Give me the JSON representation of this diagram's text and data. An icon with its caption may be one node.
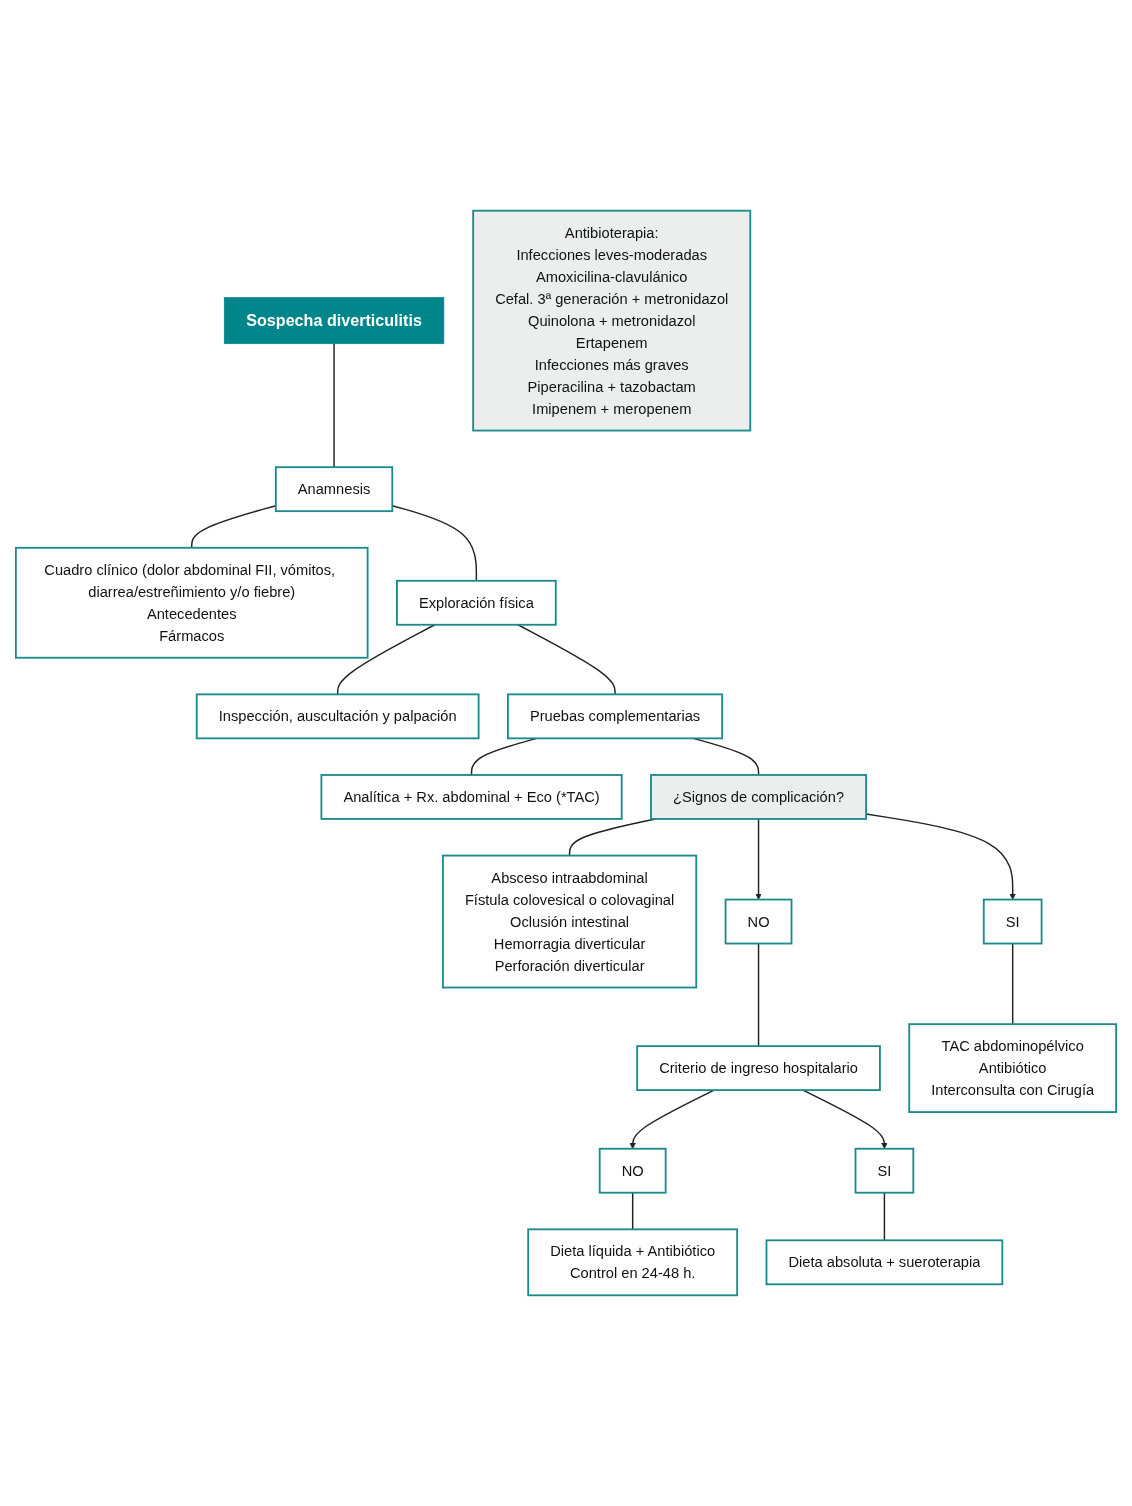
{
  "diagram": {
    "nodes": [
      {
        "text": [
          "Sospecha diverticulitis"
        ]
      },
      {
        "text": [
          "Anamnesis"
        ]
      },
      {
        "text": [
          "Cuadro clínico (dolor abdominal FII, vómitos, diarrea/estreñimiento y/o fiebre)",
          "Antecedentes",
          "Fármacos"
        ]
      },
      {
        "text": [
          "Exploración física"
        ]
      },
      {
        "text": [
          "Inspección, auscultación y palpación"
        ]
      },
      {
        "text": [
          "Pruebas complementarias"
        ]
      },
      {
        "text": [
          "Analítica + Rx. abdominal + Eco (*TAC)"
        ]
      },
      {
        "text": [
          "¿Signos de complicación?"
        ]
      },
      {
        "text": [
          "Absceso intraabdominal",
          "Fístula colovesical o colovaginal",
          "Oclusión intestinal",
          "Hemorragia diverticular",
          "Perforación diverticular"
        ]
      },
      {
        "text": [
          "NO"
        ]
      },
      {
        "text": [
          "SI"
        ]
      },
      {
        "text": [
          "Criterio de ingreso hospitalario"
        ]
      },
      {
        "text": [
          "TAC abdominopélvico",
          "Antibiótico",
          "Interconsulta con Cirugía"
        ]
      },
      {
        "text": [
          "NO"
        ]
      },
      {
        "text": [
          "SI"
        ]
      },
      {
        "text": [
          "Dieta líquida + Antibiótico",
          "Control en 24-48 h."
        ]
      },
      {
        "text": [
          "Dieta absoluta + sueroterapia"
        ]
      },
      {
        "text": [
          "Antibioterapia:",
          "Infecciones leves-moderadas",
          "Amoxicilina-clavulánico",
          "Cefal. 3ª generación + metronidazol",
          "Quinolona + metronidazol",
          "Ertapenem",
          "Infecciones más graves",
          "Piperacilina + tazobactam",
          "Imipenem + meropenem"
        ]
      }
    ],
    "edges": [
      {
        "from": 0,
        "to": 1,
        "arrow": "none"
      },
      {
        "from": 1,
        "to": 2,
        "arrow": "none"
      },
      {
        "from": 1,
        "to": 3,
        "arrow": "none"
      },
      {
        "from": 3,
        "to": 4,
        "arrow": "none"
      },
      {
        "from": 3,
        "to": 5,
        "arrow": "none"
      },
      {
        "from": 5,
        "to": 6,
        "arrow": "none"
      },
      {
        "from": 5,
        "to": 7,
        "arrow": "none"
      },
      {
        "from": 7,
        "to": 8,
        "arrow": "none"
      },
      {
        "from": 7,
        "to": 9,
        "arrow": "to"
      },
      {
        "from": 7,
        "to": 10,
        "arrow": "to"
      },
      {
        "from": 10,
        "to": 12,
        "arrow": "none"
      },
      {
        "from": 9,
        "to": 11,
        "arrow": "none"
      },
      {
        "from": 11,
        "to": 13,
        "arrow": "to"
      },
      {
        "from": 11,
        "to": 14,
        "arrow": "to"
      },
      {
        "from": 13,
        "to": 15,
        "arrow": "none"
      },
      {
        "from": 14,
        "to": 16,
        "arrow": "none"
      }
    ]
  }
}
